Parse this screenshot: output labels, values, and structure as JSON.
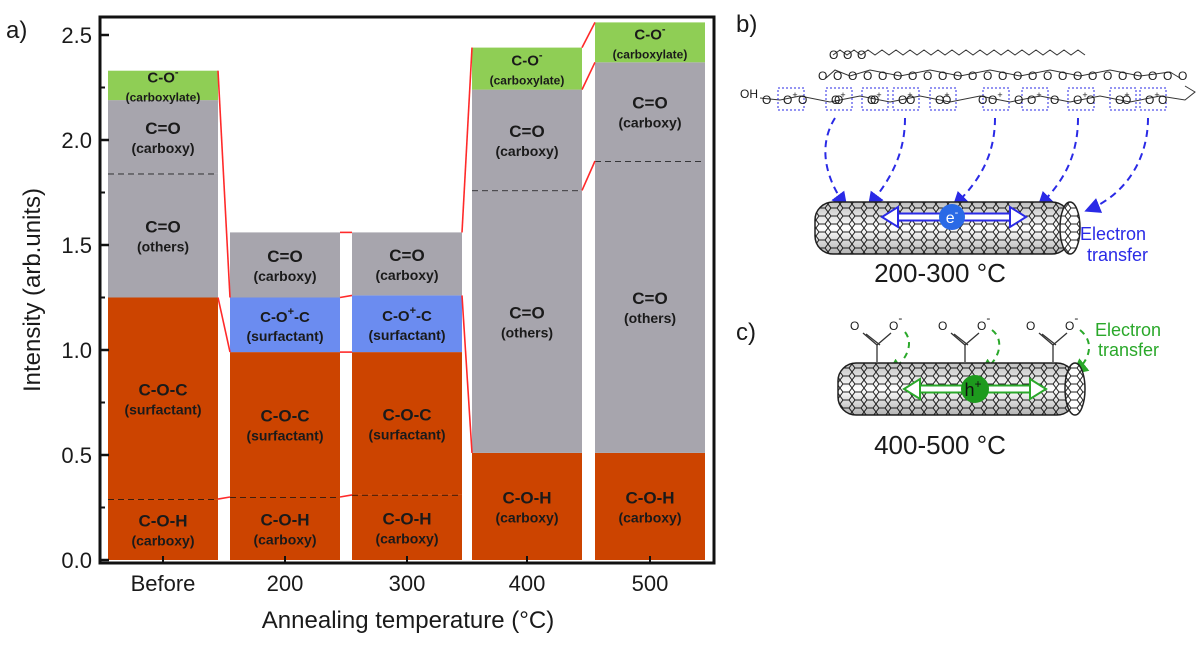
{
  "panels": {
    "a": "a)",
    "b": "b)",
    "c": "c)"
  },
  "colors": {
    "carboxylate": "#8fce55",
    "carbonyl": "#a7a5ad",
    "surfactant_plus": "#6b8cf0",
    "ether": "#cc4400",
    "link": "#ff2a2a",
    "electron": "#2a2ae6",
    "hole": "#2aa82a"
  },
  "chart_data": {
    "type": "bar",
    "stacked": true,
    "xlabel": "Annealing temperature (°C)",
    "ylabel": "Intensity (arb.units)",
    "ylim": [
      0,
      2.57
    ],
    "yticks": [
      "0.0",
      "0.5",
      "1.0",
      "1.5",
      "2.0",
      "2.5"
    ],
    "categories": [
      "Before",
      "200",
      "300",
      "400",
      "500"
    ],
    "bars": [
      {
        "x": "Before",
        "segments": [
          {
            "name": "C-O-H",
            "sub": "(carboxy)",
            "from": 0,
            "to": 0.29,
            "color": "ether",
            "top_dashed": true
          },
          {
            "name": "C-O-C",
            "sub": "(surfactant)",
            "from": 0.29,
            "to": 1.25,
            "color": "ether"
          },
          {
            "name": "C=O",
            "sub": "(others)",
            "from": 1.25,
            "to": 1.84,
            "color": "carbonyl",
            "top_dashed": true
          },
          {
            "name": "C=O",
            "sub": "(carboxy)",
            "from": 1.84,
            "to": 2.19,
            "color": "carbonyl"
          },
          {
            "name": "C-O",
            "sup": "-",
            "sub": "(carboxylate)",
            "from": 2.19,
            "to": 2.33,
            "color": "carboxylate"
          }
        ]
      },
      {
        "x": "200",
        "segments": [
          {
            "name": "C-O-H",
            "sub": "(carboxy)",
            "from": 0,
            "to": 0.3,
            "color": "ether",
            "top_dashed": true
          },
          {
            "name": "C-O-C",
            "sub": "(surfactant)",
            "from": 0.3,
            "to": 0.99,
            "color": "ether"
          },
          {
            "name": "C-O",
            "sup": "+",
            "name2": "-C",
            "sub": "(surfactant)",
            "from": 0.99,
            "to": 1.25,
            "color": "surfactant_plus"
          },
          {
            "name": "C=O",
            "sub": "(carboxy)",
            "from": 1.25,
            "to": 1.56,
            "color": "carbonyl"
          }
        ]
      },
      {
        "x": "300",
        "segments": [
          {
            "name": "C-O-H",
            "sub": "(carboxy)",
            "from": 0,
            "to": 0.31,
            "color": "ether",
            "top_dashed": true
          },
          {
            "name": "C-O-C",
            "sub": "(surfactant)",
            "from": 0.31,
            "to": 0.99,
            "color": "ether"
          },
          {
            "name": "C-O",
            "sup": "+",
            "name2": "-C",
            "sub": "(surfactant)",
            "from": 0.99,
            "to": 1.26,
            "color": "surfactant_plus"
          },
          {
            "name": "C=O",
            "sub": "(carboxy)",
            "from": 1.26,
            "to": 1.56,
            "color": "carbonyl"
          }
        ]
      },
      {
        "x": "400",
        "segments": [
          {
            "name": "C-O-H",
            "sub": "(carboxy)",
            "from": 0,
            "to": 0.51,
            "color": "ether"
          },
          {
            "name": "C=O",
            "sub": "(others)",
            "from": 0.51,
            "to": 1.76,
            "color": "carbonyl",
            "top_dashed": true
          },
          {
            "name": "C=O",
            "sub": "(carboxy)",
            "from": 1.76,
            "to": 2.24,
            "color": "carbonyl"
          },
          {
            "name": "C-O",
            "sup": "-",
            "sub": "(carboxylate)",
            "from": 2.24,
            "to": 2.44,
            "color": "carboxylate"
          }
        ]
      },
      {
        "x": "500",
        "segments": [
          {
            "name": "C-O-H",
            "sub": "(carboxy)",
            "from": 0,
            "to": 0.51,
            "color": "ether"
          },
          {
            "name": "C=O",
            "sub": "(others)",
            "from": 0.51,
            "to": 1.9,
            "color": "carbonyl",
            "top_dashed": true
          },
          {
            "name": "C=O",
            "sub": "(carboxy)",
            "from": 1.9,
            "to": 2.37,
            "color": "carbonyl"
          },
          {
            "name": "C-O",
            "sup": "-",
            "sub": "(carboxylate)",
            "from": 2.37,
            "to": 2.56,
            "color": "carboxylate"
          }
        ]
      }
    ],
    "connectors": [
      [
        0.29,
        0.3
      ],
      [
        1.25,
        0.99
      ],
      [
        2.33,
        1.25
      ],
      [
        0.3,
        0.31
      ],
      [
        0.99,
        0.99
      ],
      [
        1.25,
        1.26
      ],
      [
        1.56,
        1.56
      ],
      [
        1.26,
        0.51
      ],
      [
        1.56,
        2.44
      ],
      [
        1.76,
        1.9
      ],
      [
        2.24,
        2.37
      ],
      [
        2.44,
        2.56
      ]
    ]
  },
  "diagram_b": {
    "label": "200-300 °C",
    "carrier": "e",
    "carrier_sup": "-",
    "transfer_line1": "Electron",
    "transfer_line2": "transfer",
    "oh": "OH",
    "o": "O",
    "o_plus": "O",
    "plus": "+"
  },
  "diagram_c": {
    "label": "400-500 °C",
    "carrier": "h",
    "carrier_sup": "+",
    "transfer_line1": "Electron",
    "transfer_line2": "transfer",
    "o": "O",
    "o_minus": "O",
    "minus": "-"
  }
}
